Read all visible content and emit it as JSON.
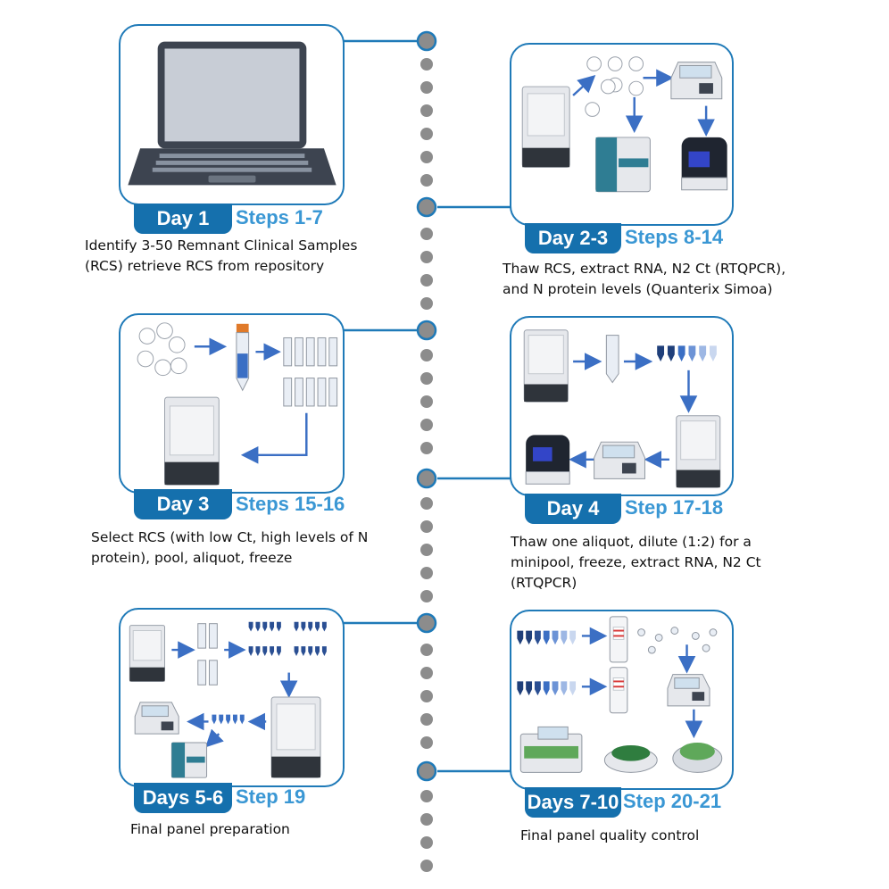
{
  "stages": [
    {
      "day": "Day 1",
      "steps": "Steps 1-7",
      "desc_lines": [
        "Identify 3-50 Remnant Clinical Samples",
        "(RCS) retrieve RCS from repository"
      ]
    },
    {
      "day": "Day 2-3",
      "steps": "Steps 8-14",
      "desc_lines": [
        "Thaw RCS, extract RNA, N2 Ct (RTQPCR),",
        "and N protein levels (Quanterix Simoa)"
      ]
    },
    {
      "day": "Day 3",
      "steps": "Steps 15-16",
      "desc_lines": [
        "Select RCS (with low Ct, high levels of N",
        "protein), pool, aliquot, freeze"
      ]
    },
    {
      "day": "Day 4",
      "steps": "Step 17-18",
      "desc_lines": [
        "Thaw one aliquot, dilute (1:2) for a",
        "minipool, freeze, extract RNA, N2 Ct",
        "(RTQPCR)"
      ]
    },
    {
      "day": "Days 5-6",
      "steps": "Step 19",
      "desc_lines": [
        "Final panel preparation"
      ]
    },
    {
      "day": "Days 7-10",
      "steps": "Step 20-21",
      "desc_lines": [
        "Final panel quality control"
      ]
    }
  ],
  "colors": {
    "border": "#1f7ab8",
    "tab": "#1570ad",
    "steps_text": "#3a97d4",
    "arrow": "#3b6fc4",
    "dots": "#8c8c8c"
  },
  "icons": [
    "laptop-icon",
    "freezer-icon",
    "petri-dish-icon",
    "pcr-machine-icon",
    "simoa-analyzer-icon",
    "conical-tube-icon",
    "cryovial-icon",
    "pcr-tube-icon",
    "lateral-flow-test-icon",
    "plate-reader-icon",
    "centrifuge-icon"
  ]
}
